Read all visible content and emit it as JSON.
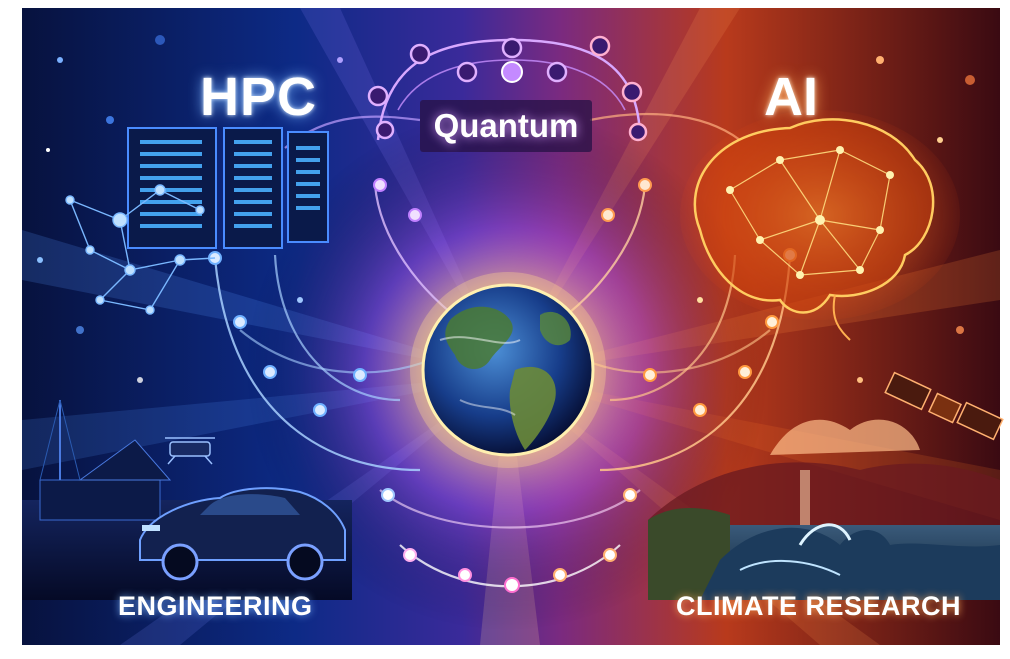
{
  "labels": {
    "hpc": "HPC",
    "ai": "AI",
    "quantum": "Quantum",
    "engineering": "ENGINEERING",
    "climate": "CLIMATE RESEARCH"
  },
  "colors": {
    "hpc_blue": "#2f7cff",
    "ai_orange": "#ff6a14",
    "quantum_purple": "#c06cff",
    "earth_glow": "#fff3c0",
    "deep_navy": "#0a1340",
    "deep_red": "#5a0c10"
  },
  "icons": [
    "server-rack-icon",
    "neural-network-brain-icon",
    "globe-earth-icon",
    "quantum-circuit-icon",
    "car-icon",
    "drone-icon",
    "satellite-icon",
    "ocean-wave-icon"
  ]
}
